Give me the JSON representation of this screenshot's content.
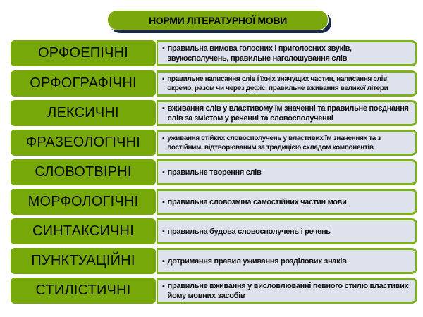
{
  "title": "НОРМИ ЛІТЕРАТУРНОЇ МОВИ",
  "colors": {
    "label_bg": "#76a80a",
    "desc_bg": "#dde2ec",
    "desc_border": "#7db21a",
    "title_shadow": "#1c2a4a"
  },
  "bullet": "▪",
  "rows": [
    {
      "label": "ОРФОЕПІЧНІ",
      "description": "правильна вимова голосних і приголосних звуків, звукосполучень, правильне наголошування слів"
    },
    {
      "label": "ОРФОГРАФІЧНІ",
      "description": "правильне написання слів і їхніх значущих частин, написання слів окремо, разом чи через дефіс, правильне вживання великої літери"
    },
    {
      "label": "ЛЕКСИЧНІ",
      "description": "вживання слів у властивому їм значенні та правильне поєднання слів за змістом у реченні та словосполученні"
    },
    {
      "label": "ФРАЗЕОЛОГІЧНІ",
      "description": "уживання стійких словосполучень у властивих їм значеннях та з постійним, відтворюваним за традицією складом компонентів"
    },
    {
      "label": "СЛОВОТВІРНІ",
      "description": "правильне творення слів"
    },
    {
      "label": "МОРФОЛОГІЧНІ",
      "description": "правильна словозміна самостійних частин мови"
    },
    {
      "label": "СИНТАКСИЧНІ",
      "description": "правильна будова словосполучень і речень"
    },
    {
      "label": "ПУНКТУАЦІЙНІ",
      "description": "дотримання правил уживання розділових знаків"
    },
    {
      "label": "СТИЛІСТИЧНІ",
      "description": "правильне вживання у висловлюванні певного стилю властивих йому мовних засобів"
    }
  ]
}
